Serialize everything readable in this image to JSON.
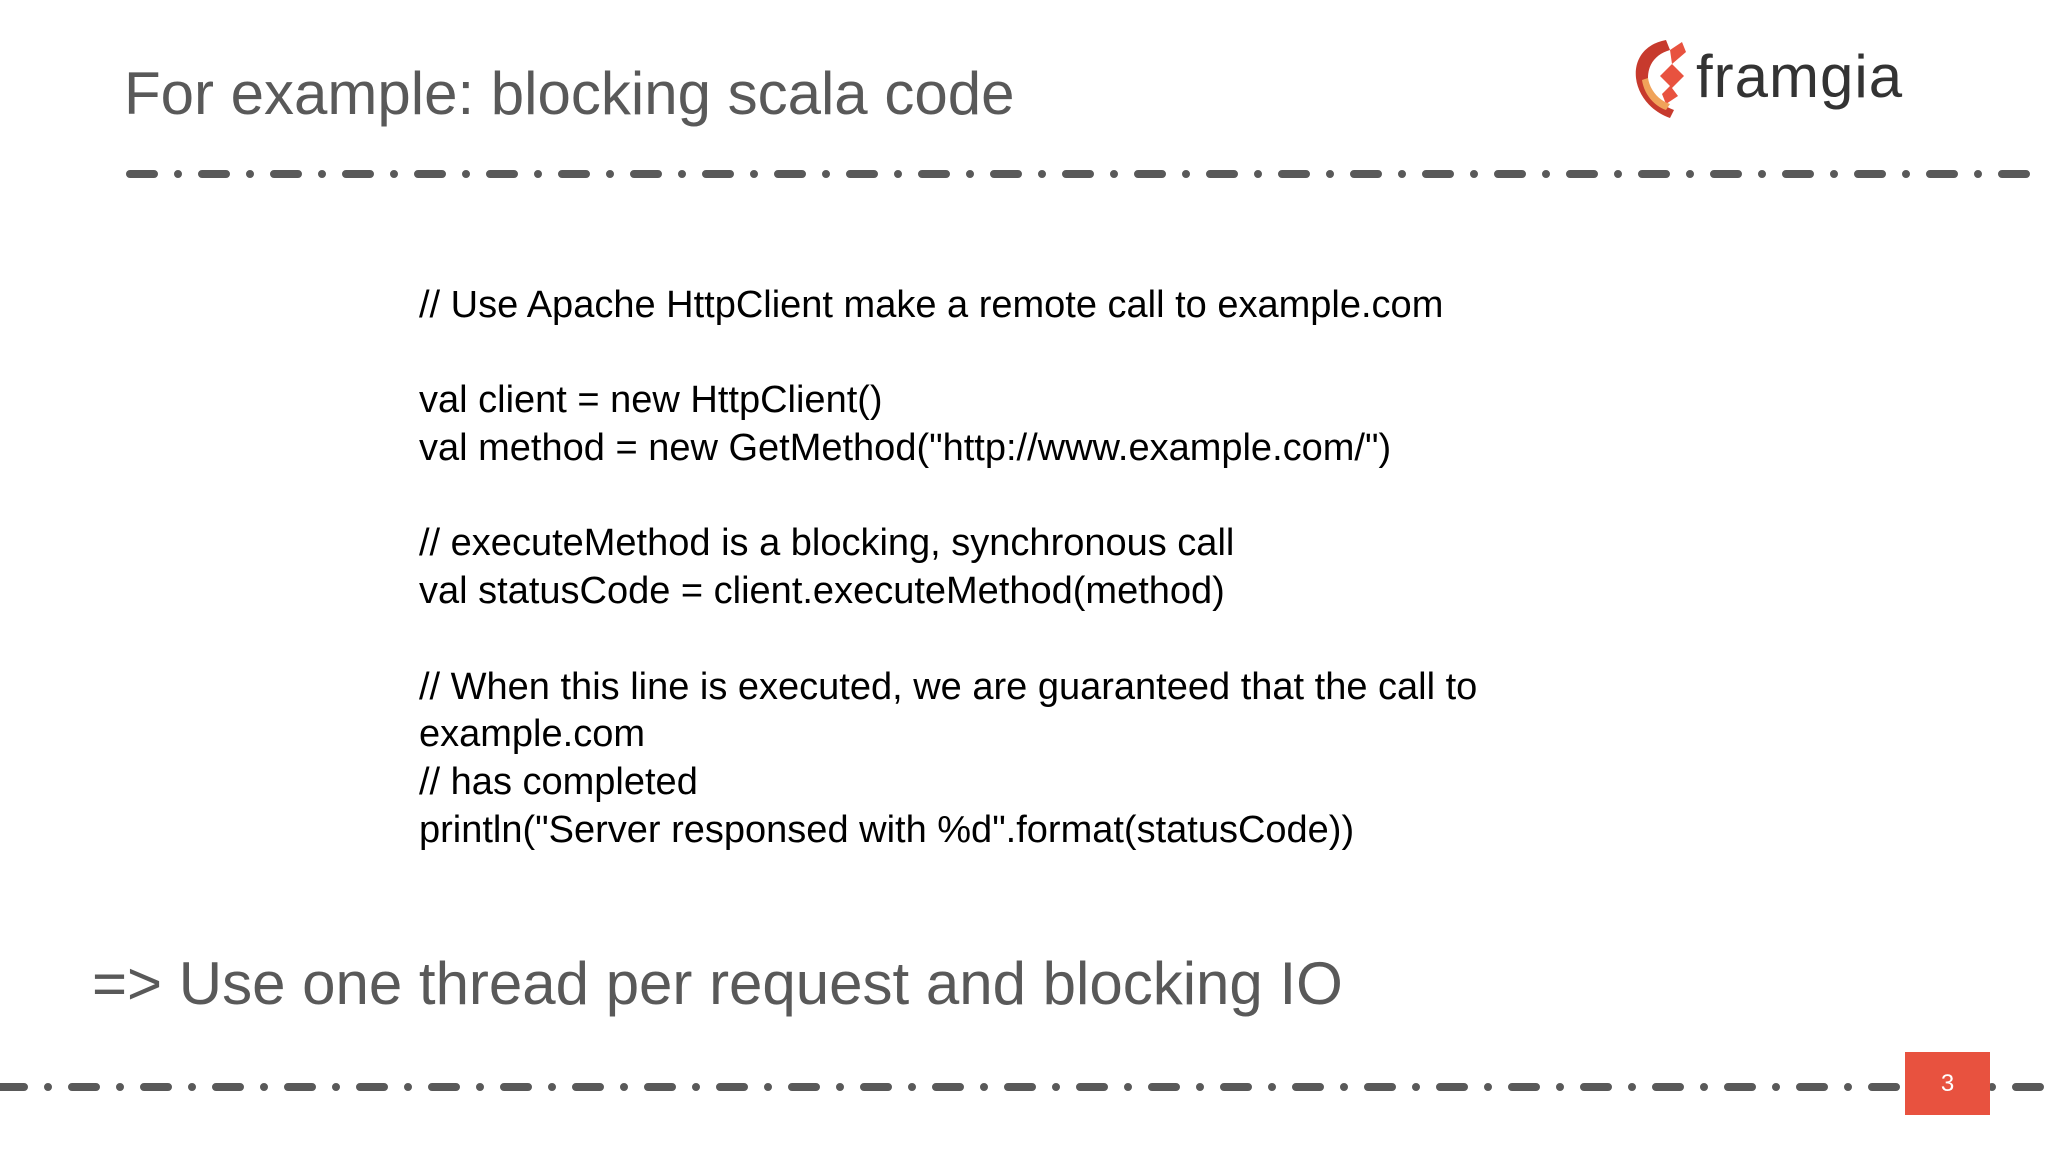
{
  "slide": {
    "title": "For example: blocking scala code",
    "logo_text": "framgia",
    "code_lines": [
      "// Use Apache HttpClient make a remote call to example.com",
      "",
      "val client = new HttpClient()",
      "val method = new GetMethod(\"http://www.example.com/\")",
      "",
      "// executeMethod is a blocking, synchronous call",
      "val statusCode = client.executeMethod(method)",
      "",
      "// When this line is executed, we are guaranteed that the call to",
      "example.com",
      "// has completed",
      "println(\"Server responsed with %d\".format(statusCode))"
    ],
    "conclusion": "=> Use one thread per request and blocking IO",
    "page_number": "3"
  },
  "colors": {
    "title_text": "#595959",
    "divider": "#595959",
    "accent": "#e8523f",
    "logo_text": "#333333"
  },
  "icons": {
    "logo_mark": "framgia-logo-icon"
  }
}
